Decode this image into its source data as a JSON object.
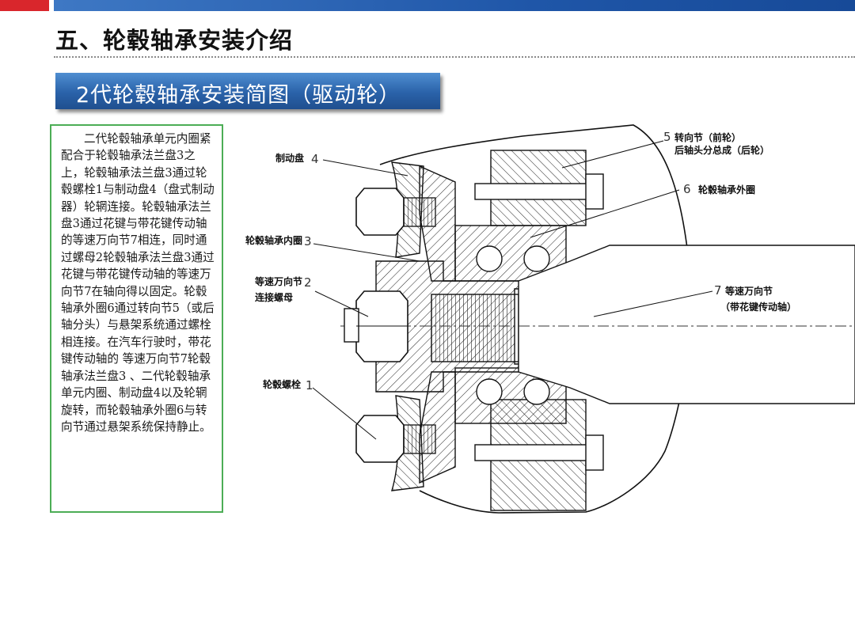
{
  "header": {
    "title": "五、轮毂轴承安装介绍",
    "accent_red": "#d9262c",
    "accent_blue": "#1f56a8"
  },
  "section": {
    "banner": "2代轮毂轴承安装简图（驱动轮）"
  },
  "description": {
    "text": "二代轮毂轴承单元内圈紧配合于轮毂轴承法兰盘3之上，轮毂轴承法兰盘3通过轮毂螺栓1与制动盘4（盘式制动器）轮辋连接。轮毂轴承法兰盘3通过花键与带花键传动轴的等速万向节7相连，同时通过螺母2轮毂轴承法兰盘3通过花键与带花键传动轴的等速万向节7在轴向得以固定。轮毂轴承外圈6通过转向节5（或后轴分头）与悬架系统通过螺栓相连接。在汽车行驶时，带花键传动轴的 等速万向节7轮毂轴承法兰盘3 、二代轮毂轴承单元内圈、制动盘4以及轮辋旋转，而轮毂轴承外圈6与转向节通过悬架系统保持静止。",
    "border_color": "#4cad55"
  },
  "diagram": {
    "labels": {
      "brake_disc": "制动盘",
      "brake_disc_num": "4",
      "inner_ring": "轮毂轴承内圈",
      "inner_ring_num": "3",
      "cv_nut_line1": "等速万向节",
      "cv_nut_line2": "连接螺母",
      "cv_nut_num": "2",
      "hub_bolt": "轮毂螺栓",
      "hub_bolt_num": "1",
      "knuckle_num": "5",
      "knuckle_line1": "转向节（前轮）",
      "knuckle_line2": "后轴头分总成（后轮）",
      "outer_ring_num": "6",
      "outer_ring": "轮毂轴承外圈",
      "cv_joint_num": "7",
      "cv_joint_line1": "等速万向节",
      "cv_joint_line2": "（带花键传动轴）"
    }
  }
}
